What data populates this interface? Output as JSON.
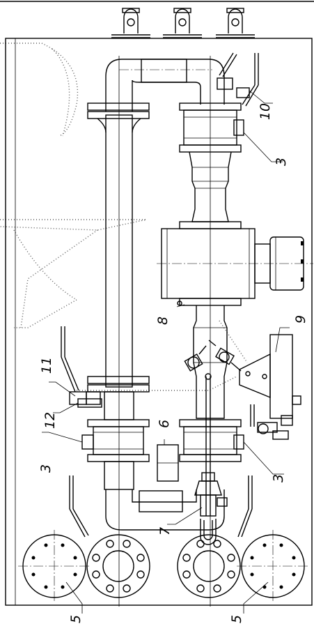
{
  "callouts": [
    {
      "id": "c3a",
      "text": "3"
    },
    {
      "id": "c3b",
      "text": "3"
    },
    {
      "id": "c3c",
      "text": "3"
    },
    {
      "id": "c5a",
      "text": "5"
    },
    {
      "id": "c5b",
      "text": "5"
    },
    {
      "id": "c6",
      "text": "6"
    },
    {
      "id": "c7",
      "text": "7"
    },
    {
      "id": "c8",
      "text": "8"
    },
    {
      "id": "c9",
      "text": "9"
    },
    {
      "id": "c10",
      "text": "10"
    },
    {
      "id": "c11",
      "text": "11"
    },
    {
      "id": "c12",
      "text": "12"
    }
  ]
}
